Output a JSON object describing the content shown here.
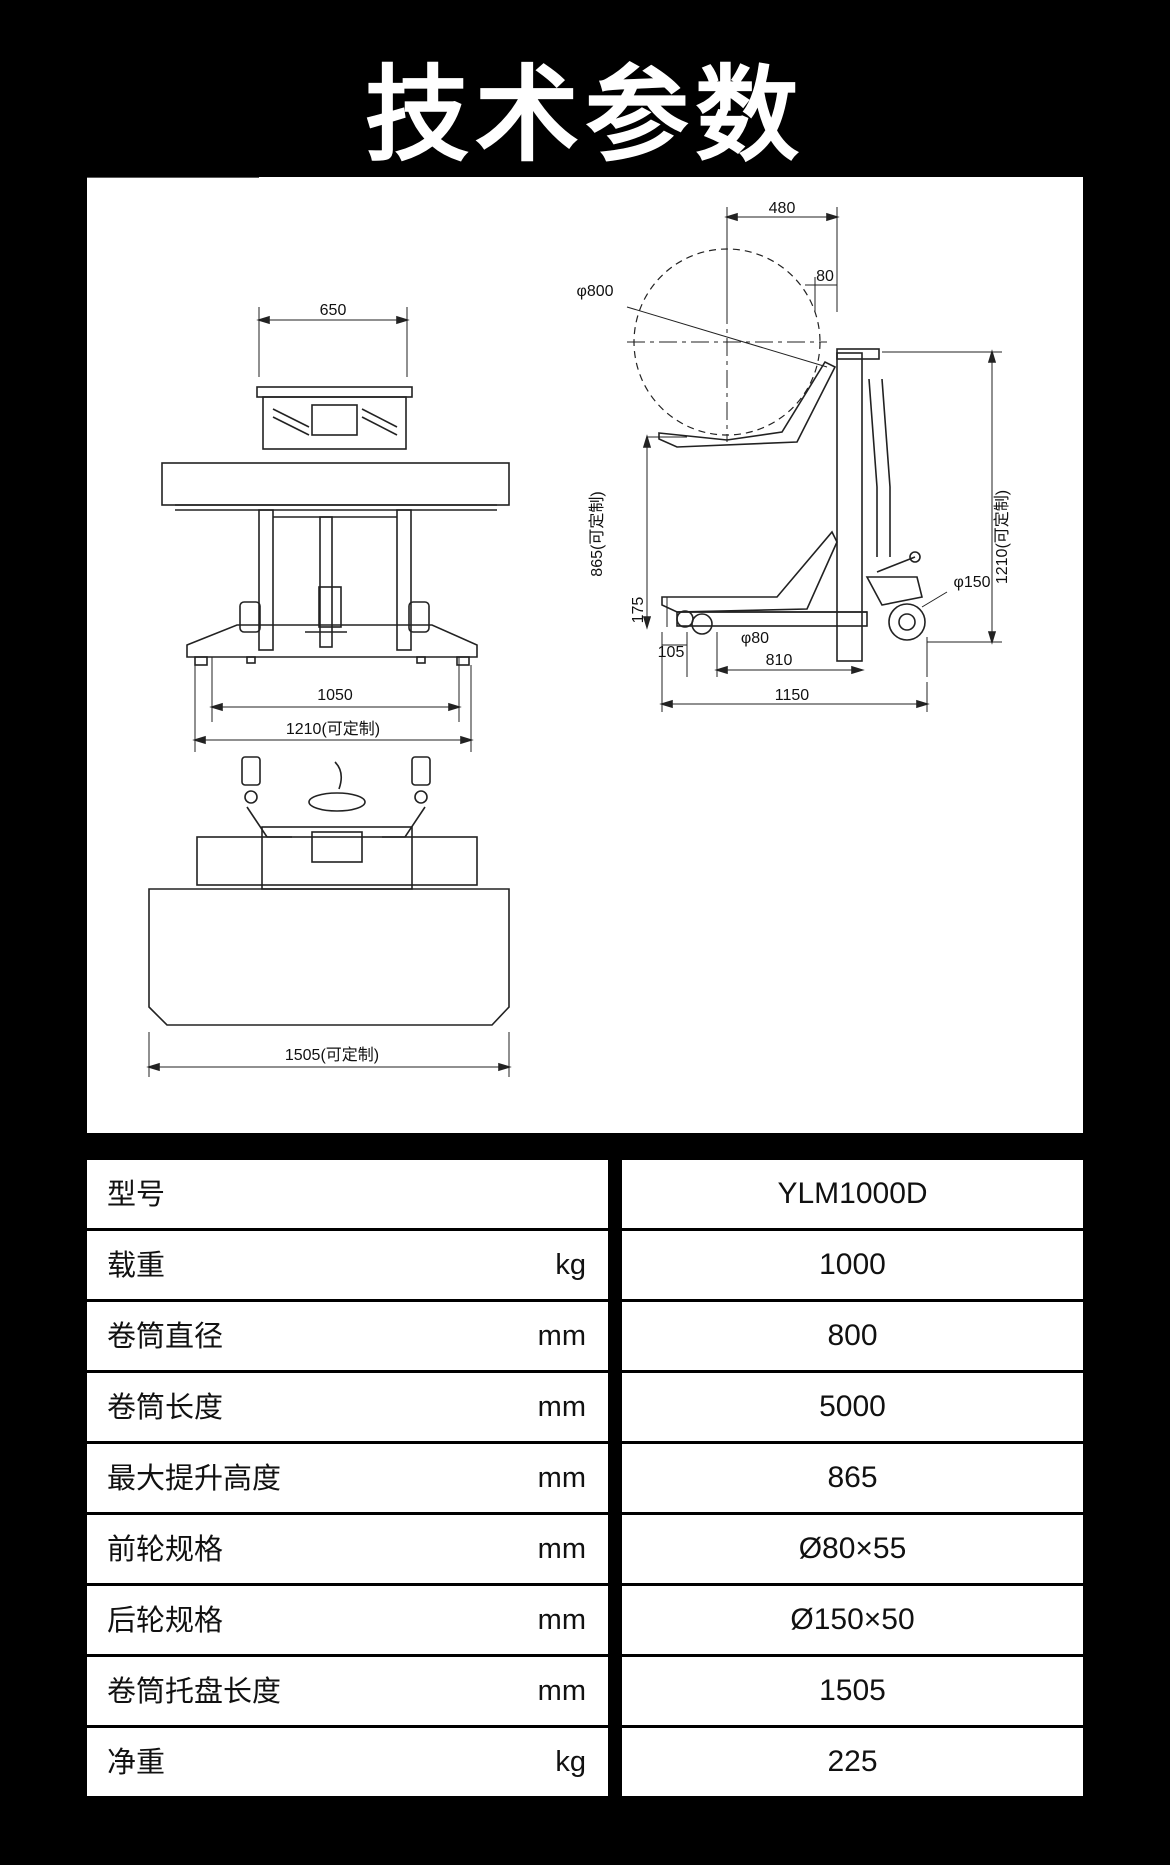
{
  "title": "技术参数",
  "drawing": {
    "front": {
      "dim_top": "650",
      "dim_inner": "1050",
      "dim_outer": "1210(可定制)"
    },
    "side": {
      "dim_top": "480",
      "dim_offset": "80",
      "dim_roll_dia": "φ800",
      "dim_height_total": "1210(可定制)",
      "dim_lift": "865(可定制)",
      "dim_fork": "175",
      "dim_rear_wheel": "φ150",
      "dim_front_wheel": "φ80",
      "dim_105": "105",
      "dim_810": "810",
      "dim_1150": "1150"
    },
    "top": {
      "dim_width": "1505(可定制)"
    }
  },
  "specs": [
    {
      "label": "型号",
      "unit": "",
      "value": "YLM1000D"
    },
    {
      "label": "载重",
      "unit": "kg",
      "value": "1000"
    },
    {
      "label": "卷筒直径",
      "unit": "mm",
      "value": "800"
    },
    {
      "label": "卷筒长度",
      "unit": "mm",
      "value": "5000"
    },
    {
      "label": "最大提升高度",
      "unit": "mm",
      "value": "865"
    },
    {
      "label": "前轮规格",
      "unit": "mm",
      "value": "Ø80×55"
    },
    {
      "label": "后轮规格",
      "unit": "mm",
      "value": "Ø150×50"
    },
    {
      "label": "卷筒托盘长度",
      "unit": "mm",
      "value": "1505"
    },
    {
      "label": "净重",
      "unit": "kg",
      "value": "225"
    }
  ]
}
